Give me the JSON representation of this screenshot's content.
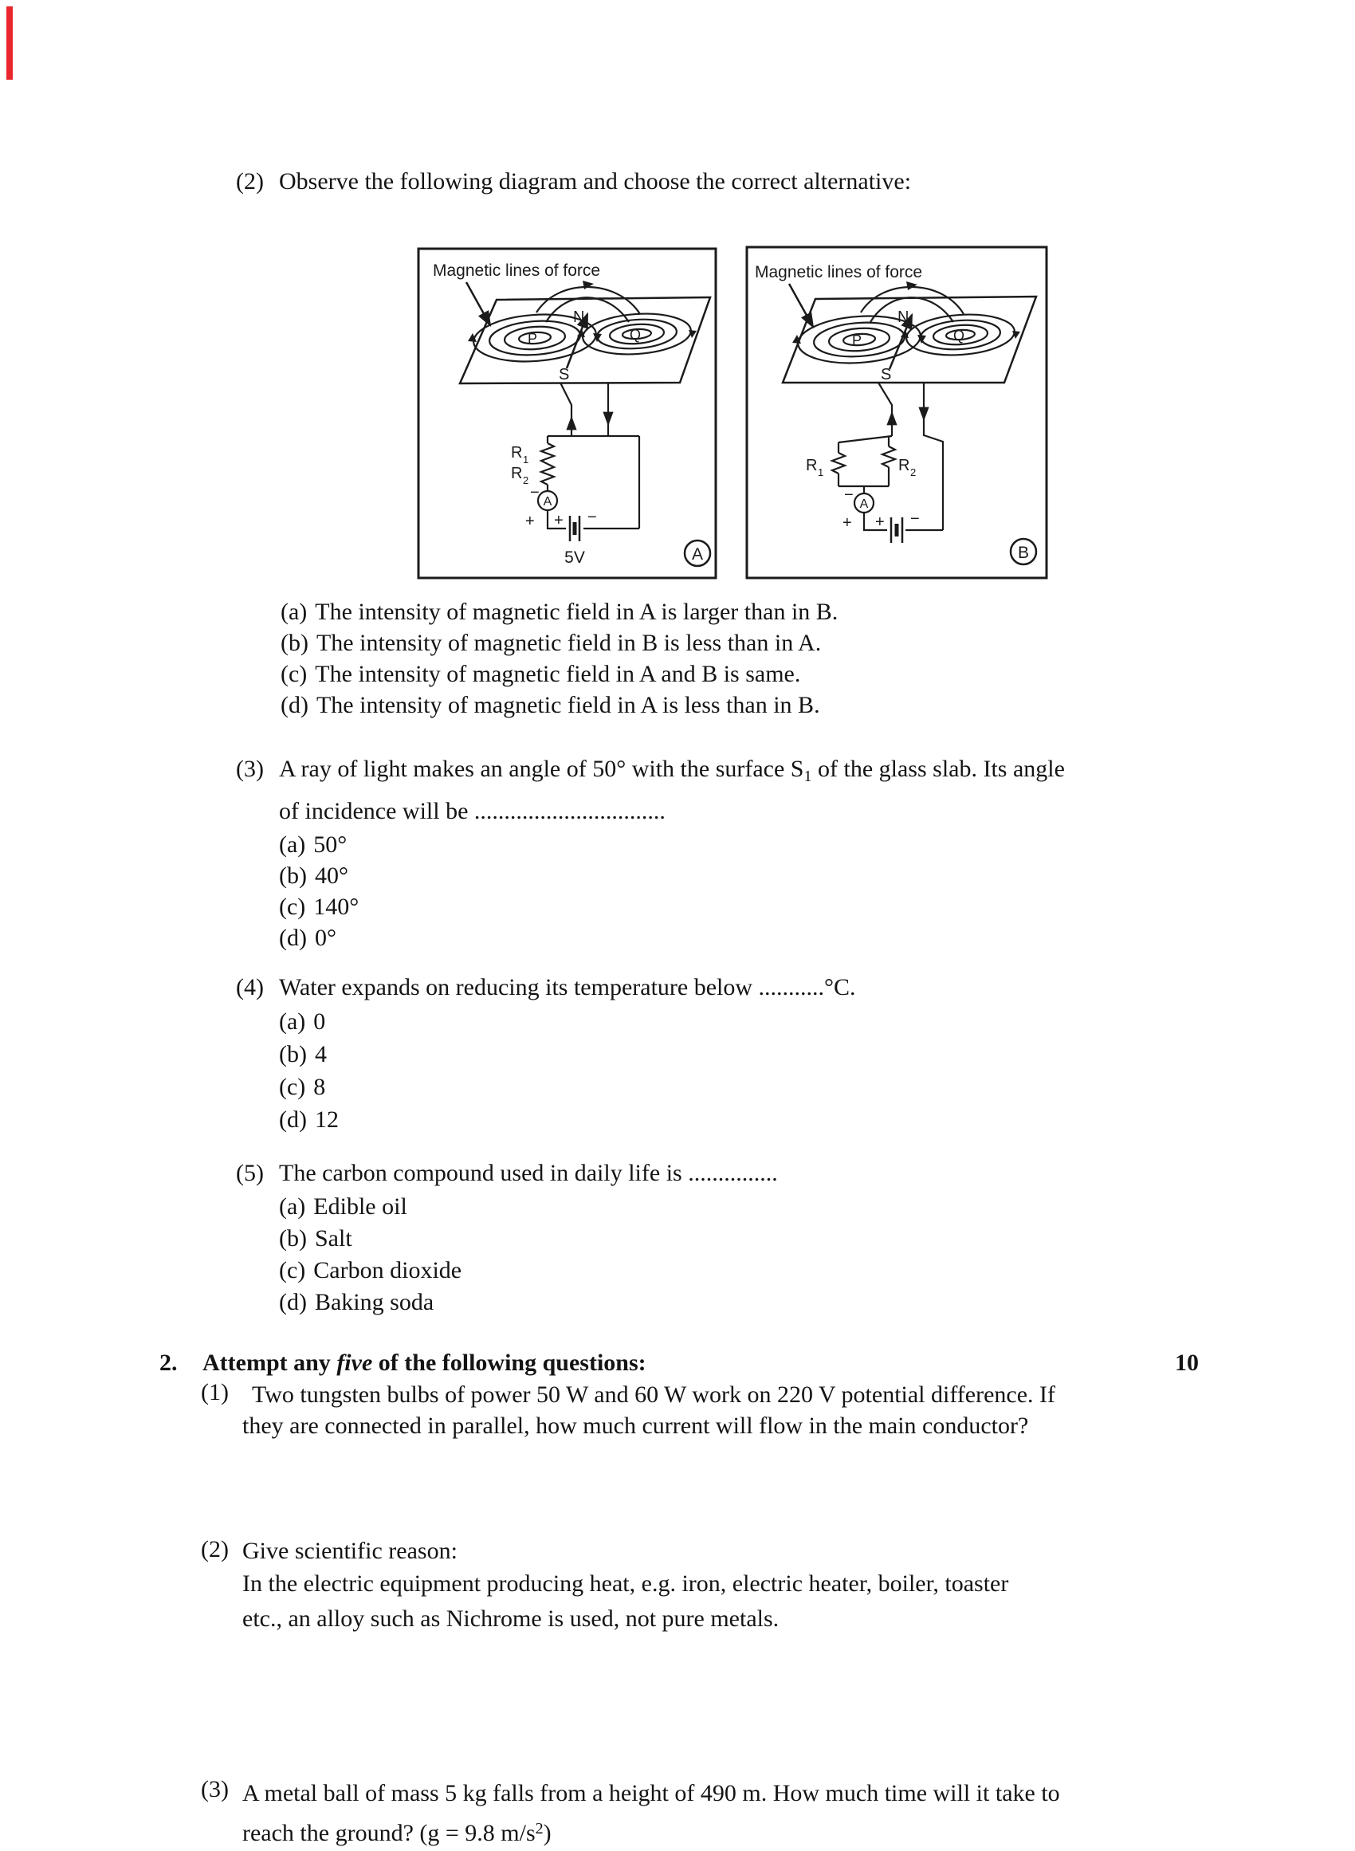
{
  "accent": {
    "red_mark": "#e8262c"
  },
  "mcq": {
    "q2": {
      "number": "(2)",
      "text": "Observe the following diagram and choose the correct alternative:",
      "options": [
        {
          "label": "(a)",
          "text": "The intensity of magnetic field in A is larger than in B."
        },
        {
          "label": "(b)",
          "text": "The intensity of magnetic field in B is less than in A."
        },
        {
          "label": "(c)",
          "text": "The intensity of magnetic field in A and B is same."
        },
        {
          "label": "(d)",
          "text": "The intensity of magnetic field in A is less than in B."
        }
      ]
    },
    "q3": {
      "number": "(3)",
      "line1_pre": "A ray of light makes an angle of 50° with the surface S",
      "line1_sub": "1",
      "line1_post": " of the glass slab. Its angle",
      "line2": "of incidence will be ................................",
      "options": [
        {
          "label": "(a)",
          "text": "50°"
        },
        {
          "label": "(b)",
          "text": "40°"
        },
        {
          "label": "(c)",
          "text": "140°"
        },
        {
          "label": "(d)",
          "text": "0°"
        }
      ]
    },
    "q4": {
      "number": "(4)",
      "text": "Water expands on reducing its temperature below ...........°C.",
      "options": [
        {
          "label": "(a)",
          "text": "0"
        },
        {
          "label": "(b)",
          "text": "4"
        },
        {
          "label": "(c)",
          "text": "8"
        },
        {
          "label": "(d)",
          "text": "12"
        }
      ]
    },
    "q5": {
      "number": "(5)",
      "text": "The carbon compound used in daily life is ...............",
      "options": [
        {
          "label": "(a)",
          "text": "Edible oil"
        },
        {
          "label": "(b)",
          "text": "Salt"
        },
        {
          "label": "(c)",
          "text": "Carbon dioxide"
        },
        {
          "label": "(d)",
          "text": "Baking soda"
        }
      ]
    }
  },
  "diagram": {
    "field_label": "Magnetic lines of force",
    "north": "N",
    "south": "S",
    "pole_p": "P",
    "pole_q": "Q",
    "resistor": "R",
    "sub1": "1",
    "sub2": "2",
    "ammeter_letter": "A",
    "plus": "+",
    "minus": "−",
    "panel_a": {
      "badge": "A",
      "voltage": "5V"
    },
    "panel_b": {
      "badge": "B"
    }
  },
  "section2": {
    "number": "2.",
    "title_pre": "Attempt any ",
    "title_emph": "five",
    "title_post": " of the following questions:",
    "marks": "10",
    "questions": [
      {
        "label": "(1)",
        "lines": [
          "Two tungsten bulbs of power 50 W and 60 W work on 220 V potential difference. If",
          "they are connected in parallel, how much current will flow in the main conductor?"
        ]
      },
      {
        "label": "(2)",
        "lines": [
          "Give scientific reason:",
          "In the electric equipment producing heat, e.g. iron, electric heater, boiler, toaster",
          "etc., an alloy such as Nichrome is used, not pure metals."
        ]
      },
      {
        "label": "(3)",
        "line1": "A metal ball of mass 5 kg falls from a height of 490 m. How much time will it take to",
        "line2_pre": "reach the ground? (g = 9.8 m/s",
        "line2_sup": "2",
        "line2_post": ")"
      }
    ]
  }
}
